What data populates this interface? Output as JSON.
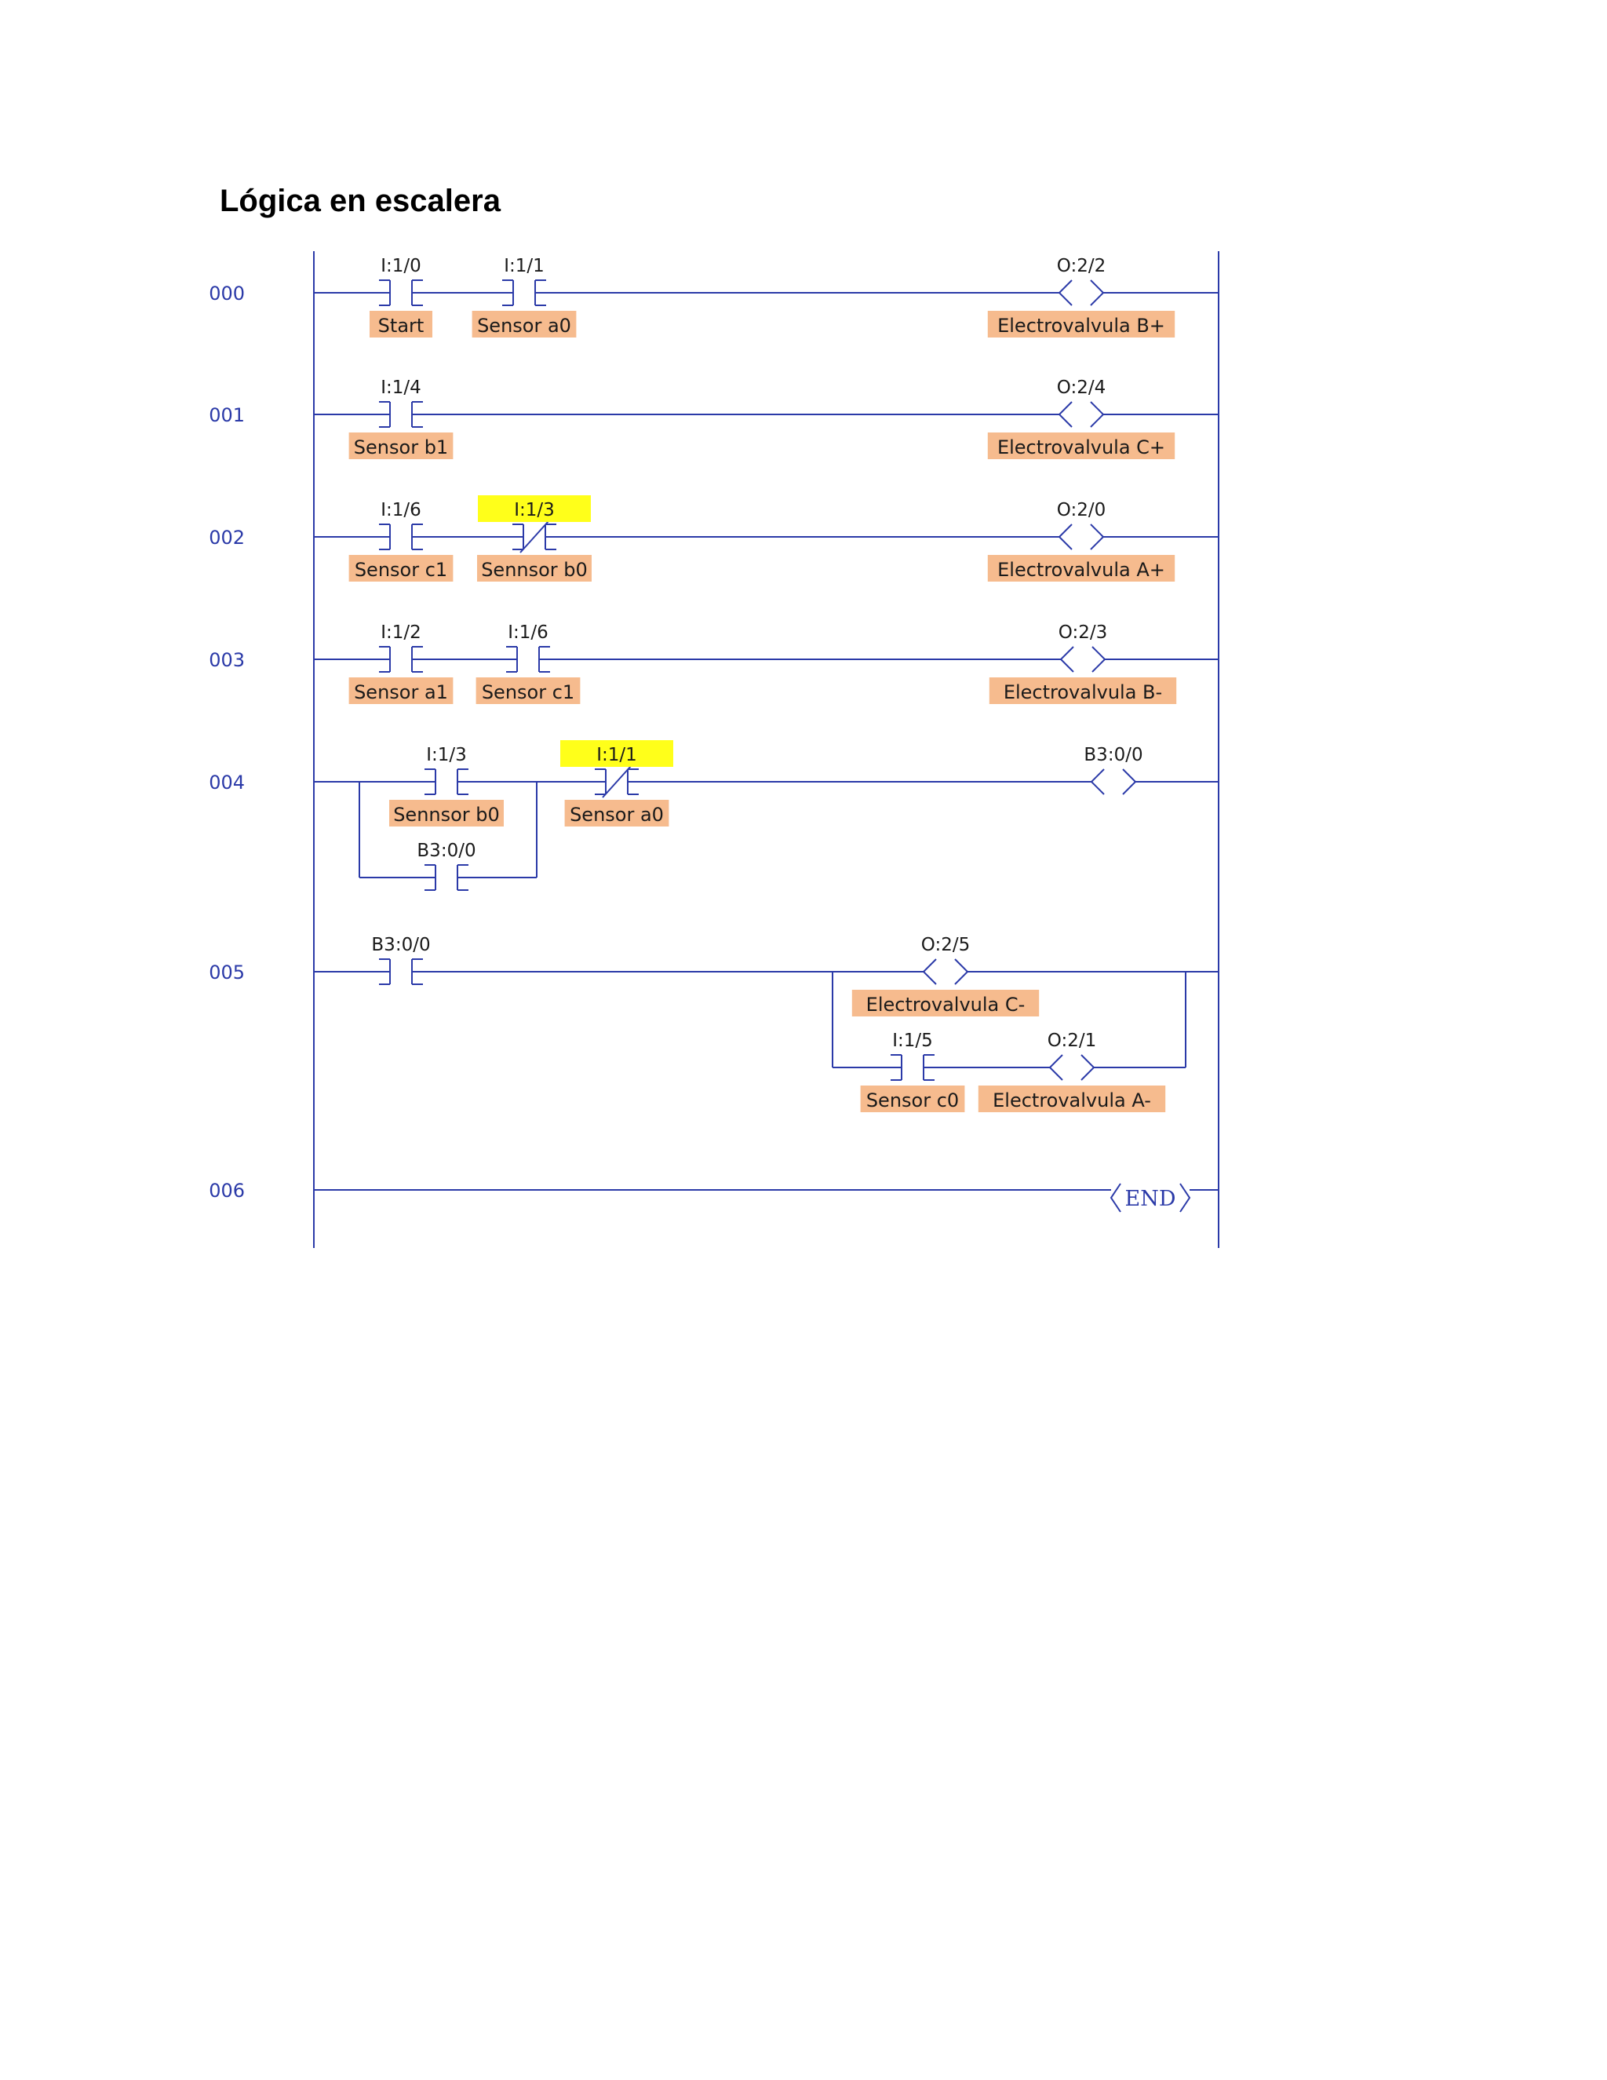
{
  "page": {
    "title": "Lógica en escalera"
  },
  "colors": {
    "wire": "#2b3aa8",
    "tag_fill": "#f6bb8e",
    "highlight": "#ffff1a",
    "text": "#1a1a1a"
  },
  "rungs": [
    {
      "number": "000",
      "elements": [
        {
          "kind": "contact_no",
          "address": "I:1/0",
          "tag": "Start"
        },
        {
          "kind": "contact_no",
          "address": "I:1/1",
          "tag": "Sensor a0"
        },
        {
          "kind": "coil",
          "address": "O:2/2",
          "tag": "Electrovalvula B+"
        }
      ]
    },
    {
      "number": "001",
      "elements": [
        {
          "kind": "contact_no",
          "address": "I:1/4",
          "tag": "Sensor b1"
        },
        {
          "kind": "coil",
          "address": "O:2/4",
          "tag": "Electrovalvula C+"
        }
      ]
    },
    {
      "number": "002",
      "elements": [
        {
          "kind": "contact_no",
          "address": "I:1/6",
          "tag": "Sensor c1"
        },
        {
          "kind": "contact_nc",
          "address": "I:1/3",
          "tag": "Sennsor b0",
          "highlighted": true
        },
        {
          "kind": "coil",
          "address": "O:2/0",
          "tag": "Electrovalvula A+"
        }
      ]
    },
    {
      "number": "003",
      "elements": [
        {
          "kind": "contact_no",
          "address": "I:1/2",
          "tag": "Sensor a1"
        },
        {
          "kind": "contact_no",
          "address": "I:1/6",
          "tag": "Sensor c1"
        },
        {
          "kind": "coil",
          "address": "O:2/3",
          "tag": "Electrovalvula B-"
        }
      ]
    },
    {
      "number": "004",
      "elements": [
        {
          "kind": "contact_no",
          "address": "I:1/3",
          "tag": "Sennsor b0"
        },
        {
          "kind": "contact_no",
          "address": "B3:0/0",
          "tag": "",
          "branch": true
        },
        {
          "kind": "contact_nc",
          "address": "I:1/1",
          "tag": "Sensor a0",
          "highlighted": true
        },
        {
          "kind": "coil",
          "address": "B3:0/0",
          "tag": ""
        }
      ]
    },
    {
      "number": "005",
      "elements": [
        {
          "kind": "contact_no",
          "address": "B3:0/0",
          "tag": ""
        },
        {
          "kind": "coil",
          "address": "O:2/5",
          "tag": "Electrovalvula C-"
        },
        {
          "kind": "contact_no",
          "address": "I:1/5",
          "tag": "Sensor c0",
          "branch": true
        },
        {
          "kind": "coil",
          "address": "O:2/1",
          "tag": "Electrovalvula A-",
          "branch": true
        }
      ]
    },
    {
      "number": "006",
      "elements": [
        {
          "kind": "end",
          "address": "",
          "tag": "END"
        }
      ]
    }
  ]
}
